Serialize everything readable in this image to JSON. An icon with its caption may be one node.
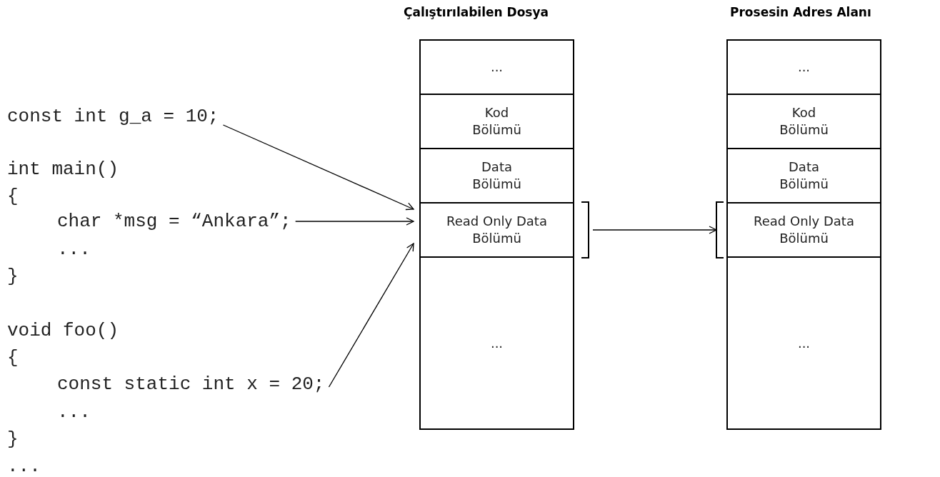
{
  "diagram": {
    "nodes": [
      {
        "text": [
          "Çalıştırılabilen Dosya"
        ]
      },
      {
        "text": [
          "..."
        ],
        "in": 0
      },
      {
        "text": [
          "Kod Bölümü"
        ],
        "in": 0
      },
      {
        "text": [
          "Data Bölümü"
        ],
        "in": 0
      },
      {
        "text": [
          "Read Only Data Bölümü"
        ],
        "in": 0
      },
      {
        "text": [
          "..."
        ],
        "in": 0
      },
      {
        "text": [
          "Prosesin Adres Alanı"
        ]
      },
      {
        "text": [
          "..."
        ],
        "in": 6
      },
      {
        "text": [
          "Kod Bölümü"
        ],
        "in": 6
      },
      {
        "text": [
          "Data Bölümü"
        ],
        "in": 6
      },
      {
        "text": [
          "Read Only Data Bölümü"
        ],
        "in": 6
      },
      {
        "text": [
          "..."
        ],
        "in": 6
      },
      {
        "text": [
          "const int g_a = 10;"
        ]
      },
      {
        "text": [
          "char *msg = “Ankara”;"
        ]
      },
      {
        "text": [
          "const static int x = 20;"
        ]
      }
    ],
    "edges": [
      {
        "from": 12,
        "to": 4,
        "arrow": "to"
      },
      {
        "from": 13,
        "to": 4,
        "arrow": "to"
      },
      {
        "from": 14,
        "to": 4,
        "arrow": "to"
      },
      {
        "from": 4,
        "to": 10,
        "arrow": "to"
      }
    ],
    "labels": [
      "int main()",
      "{",
      "...",
      "}",
      "void foo()",
      "{",
      "...",
      "}",
      "..."
    ]
  }
}
